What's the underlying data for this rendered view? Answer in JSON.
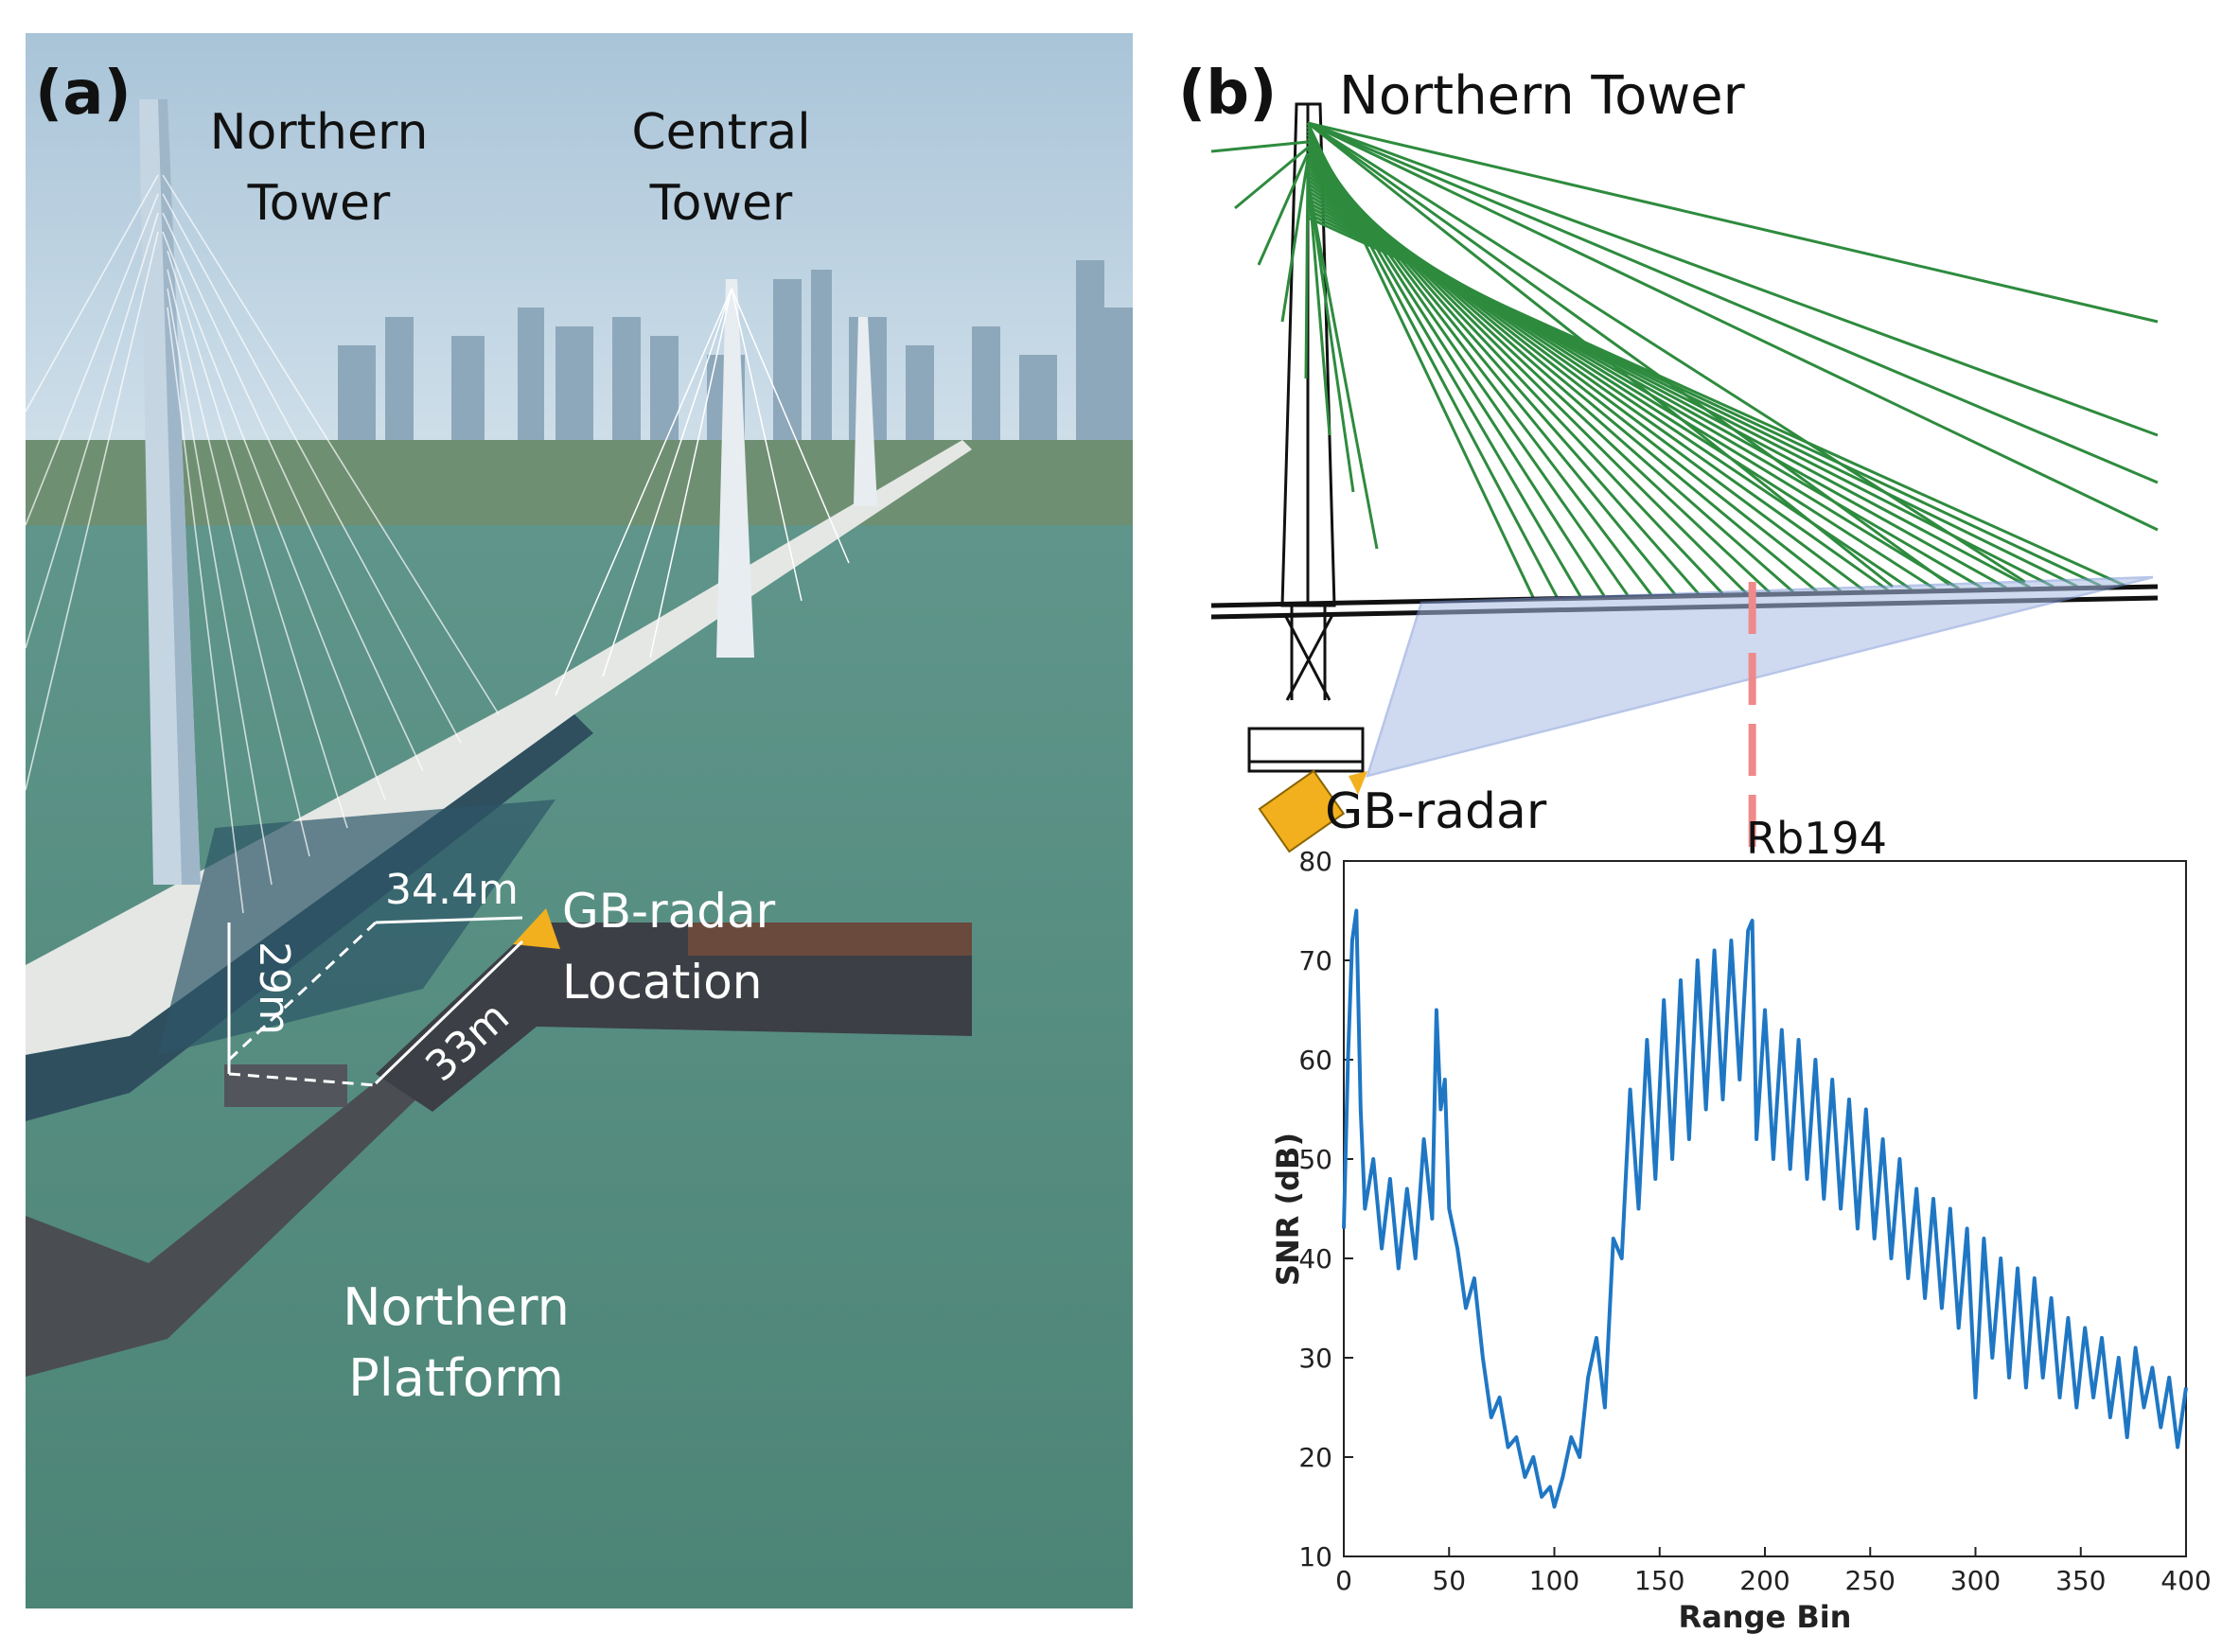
{
  "panel_a": {
    "label": "(a)",
    "northern_tower": [
      "Northern",
      "Tower"
    ],
    "central_tower": [
      "Central",
      "Tower"
    ],
    "radar_location": [
      "GB-radar",
      "Location"
    ],
    "northern_platform": [
      "Northern",
      "Platform"
    ],
    "dims": {
      "d1": "34.4m",
      "d2": "29m",
      "d3": "33m"
    }
  },
  "panel_b": {
    "label": "(b)",
    "tower_title": "Northern Tower",
    "radar_label": "GB-radar",
    "bin_marker": "Rb194"
  },
  "colors": {
    "cables": "#2e8b3e",
    "radar": "#f2b01e",
    "beam": "#a9bde6",
    "marker": "#f08a8a",
    "series": "#1f77c4"
  },
  "chart_data": {
    "type": "line",
    "xlabel": "Range Bin",
    "ylabel": "SNR (dB)",
    "xlim": [
      0,
      400
    ],
    "ylim": [
      10,
      80
    ],
    "xticks": [
      0,
      50,
      100,
      150,
      200,
      250,
      300,
      350,
      400
    ],
    "yticks": [
      10,
      20,
      30,
      40,
      50,
      60,
      70,
      80
    ],
    "marker_x": 194,
    "x": [
      0,
      2,
      4,
      6,
      8,
      10,
      14,
      18,
      22,
      26,
      30,
      34,
      38,
      42,
      44,
      46,
      48,
      50,
      54,
      58,
      62,
      66,
      70,
      74,
      78,
      82,
      86,
      90,
      94,
      98,
      100,
      104,
      108,
      112,
      116,
      120,
      124,
      128,
      132,
      136,
      140,
      144,
      148,
      152,
      156,
      160,
      164,
      168,
      172,
      176,
      180,
      184,
      188,
      192,
      194,
      196,
      200,
      204,
      208,
      212,
      216,
      220,
      224,
      228,
      232,
      236,
      240,
      244,
      248,
      252,
      256,
      260,
      264,
      268,
      272,
      276,
      280,
      284,
      288,
      292,
      296,
      300,
      304,
      308,
      312,
      316,
      320,
      324,
      328,
      332,
      336,
      340,
      344,
      348,
      352,
      356,
      360,
      364,
      368,
      372,
      376,
      380,
      384,
      388,
      392,
      396,
      400
    ],
    "values": [
      43,
      60,
      72,
      75,
      55,
      45,
      50,
      41,
      48,
      39,
      47,
      40,
      52,
      44,
      65,
      55,
      58,
      45,
      41,
      35,
      38,
      30,
      24,
      26,
      21,
      22,
      18,
      20,
      16,
      17,
      15,
      18,
      22,
      20,
      28,
      32,
      25,
      42,
      40,
      57,
      45,
      62,
      48,
      66,
      50,
      68,
      52,
      70,
      55,
      71,
      56,
      72,
      58,
      73,
      74,
      52,
      65,
      50,
      63,
      49,
      62,
      48,
      60,
      46,
      58,
      45,
      56,
      43,
      55,
      42,
      52,
      40,
      50,
      38,
      47,
      36,
      46,
      35,
      45,
      33,
      43,
      26,
      42,
      30,
      40,
      28,
      39,
      27,
      38,
      28,
      36,
      26,
      34,
      25,
      33,
      26,
      32,
      24,
      30,
      22,
      31,
      25,
      29,
      23,
      28,
      21,
      27
    ]
  }
}
